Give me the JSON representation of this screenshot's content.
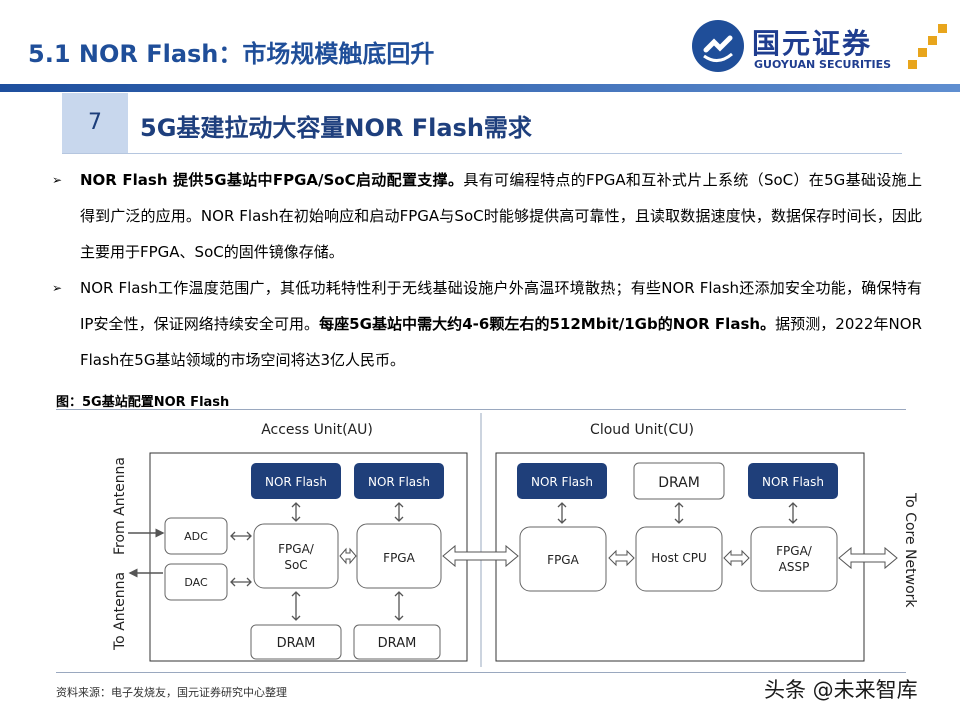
{
  "header": {
    "title": "5.1 NOR Flash：市场规模触底回升",
    "logo_cn": "国元证券",
    "logo_en": "GUOYUAN SECURITIES"
  },
  "section": {
    "number": "7",
    "title": "5G基建拉动大容量NOR Flash需求"
  },
  "bullets": [
    {
      "bold_lead": "NOR Flash 提供5G基站中FPGA/SoC启动配置支撑。",
      "text": "具有可编程特点的FPGA和互补式片上系统（SoC）在5G基础设施上得到广泛的应用。NOR Flash在初始响应和启动FPGA与SoC时能够提供高可靠性，且读取数据速度快，数据保存时间长，因此主要用于FPGA、SoC的固件镜像存储。"
    },
    {
      "text": "NOR Flash工作温度范围广，其低功耗特性利于无线基础设施户外高温环境散热；有些NOR Flash还添加安全功能，确保特有IP安全性，保证网络持续安全可用。",
      "bold_mid": "每座5G基站中需大约4-6颗左右的512Mbit/1Gb的NOR Flash。",
      "tail": "据预测，2022年NOR Flash在5G基站领域的市场空间将达3亿人民币。"
    }
  ],
  "figure": {
    "title": "图：5G基站配置NOR Flash",
    "au_label": "Access Unit(AU)",
    "cu_label": "Cloud Unit(CU)",
    "from_antenna": "From Antenna",
    "to_antenna": "To Antenna",
    "to_core": "To Core Network",
    "adc": "ADC",
    "dac": "DAC",
    "nor1": "NOR Flash",
    "nor2": "NOR Flash",
    "nor3": "NOR Flash",
    "nor4": "NOR Flash",
    "fpga_soc_1": "FPGA/",
    "fpga_soc_2": "SoC",
    "fpga_au": "FPGA",
    "dram1": "DRAM",
    "dram2": "DRAM",
    "fpga_cu": "FPGA",
    "dram_cu": "DRAM",
    "host_cpu": "Host CPU",
    "fpga_assp_1": "FPGA/",
    "fpga_assp_2": "ASSP"
  },
  "source": "资料来源：电子发烧友，国元证券研究中心整理",
  "watermark": "头条 @未来智库",
  "colors": {
    "brand_blue": "#1f4e99",
    "nor_fill": "#1f3f7a",
    "logo_accent": "#e8a51c"
  }
}
